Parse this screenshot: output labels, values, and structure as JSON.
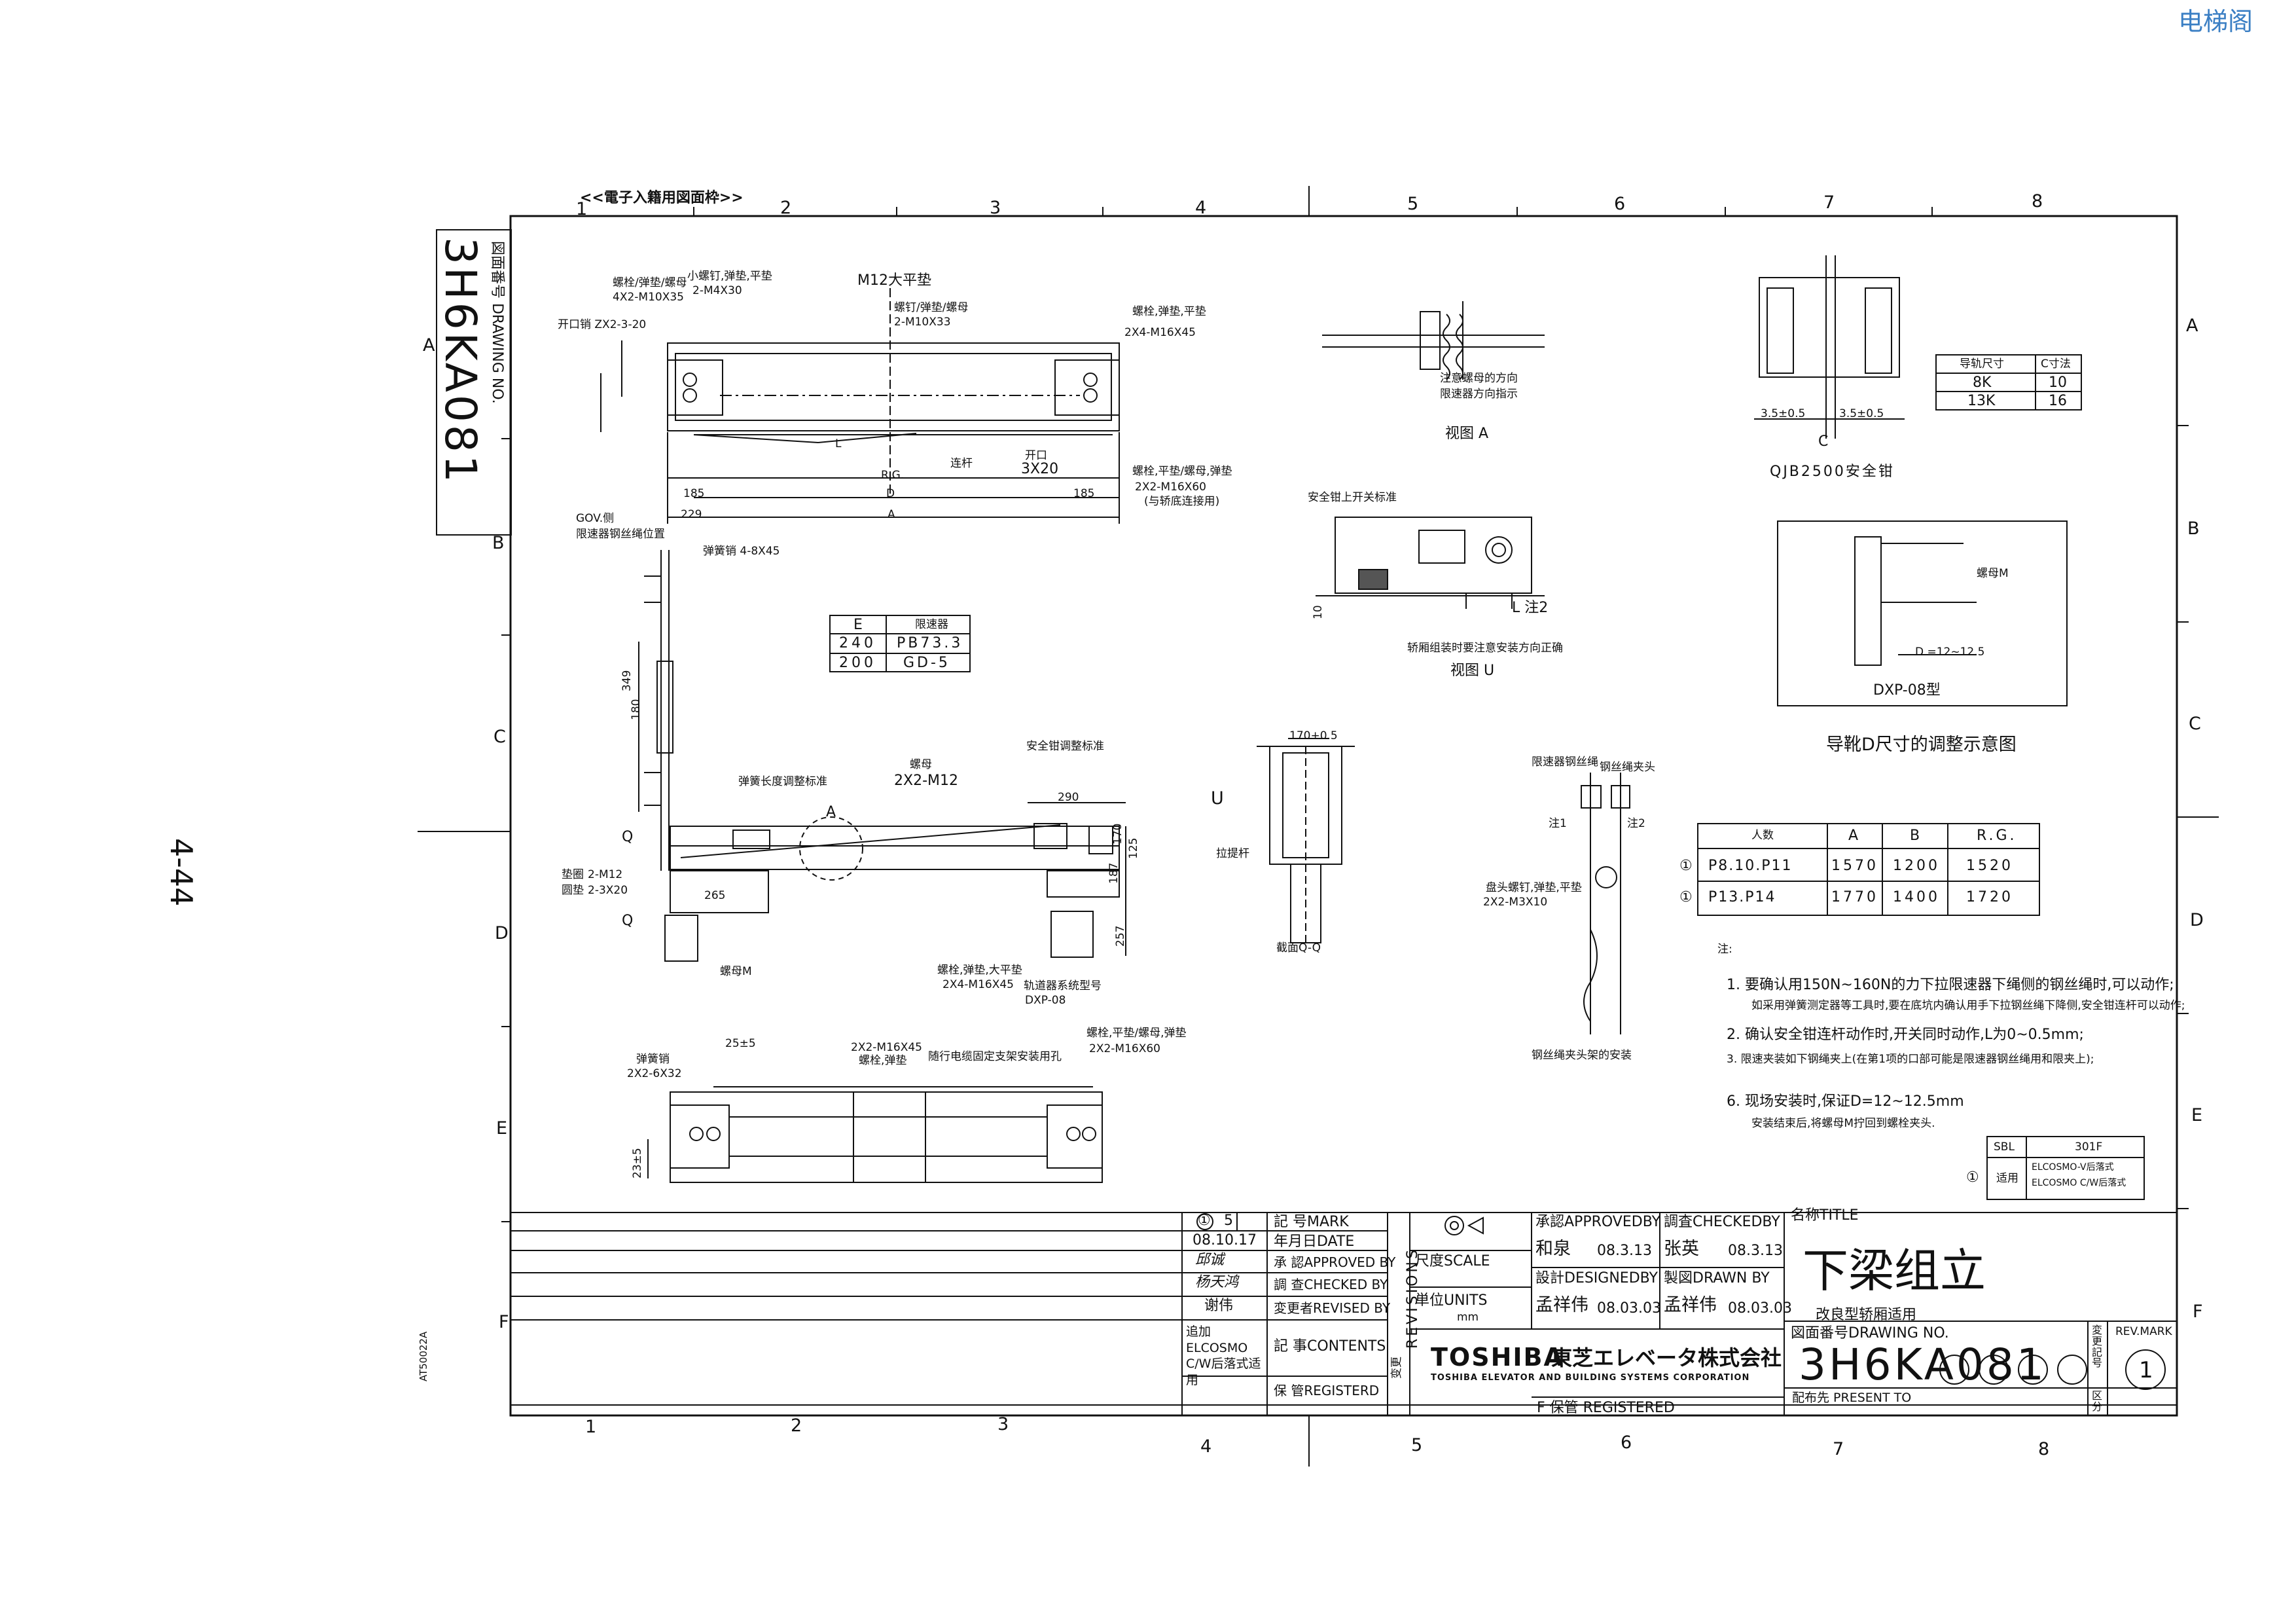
{
  "watermark": "电梯阁",
  "page_number": "4-44",
  "frame_header": "<<電子入籍用図面枠>>",
  "zone_columns": [
    "1",
    "2",
    "3",
    "4",
    "5",
    "6",
    "7",
    "8"
  ],
  "zone_rows": [
    "A",
    "B",
    "C",
    "D",
    "E",
    "F"
  ],
  "drawing_number_box": {
    "label": "図面番号 DRAWING NO.",
    "value": "3H6KA081"
  },
  "side_code": "AT50022A",
  "top_view_labels": {
    "bolt1": "螺栓/弹垫/螺母",
    "bolt1_spec": "4X2-M10X35",
    "screw": "小螺钉,弹垫,平垫",
    "screw_spec": "2-M4X30",
    "pin": "开口销 ZX2-3-20",
    "m12": "M12大平垫",
    "screw2": "螺钉/弹垫/螺母",
    "screw2_spec": "2-M10X33",
    "bolt_right": "螺栓,弹垫,平垫",
    "bolt_right_spec": "2X4-M16X45",
    "bolt_right2": "螺栓,平垫/螺母,弹垫",
    "bolt_right2_spec": "2X2-M16X60",
    "bolt_right2_note": "(与轿底连接用)",
    "gov": "GOV.侧",
    "gov_note": "限速器钢丝绳位置",
    "spring_pin": "弹簧销 4-8X45",
    "rod": "连杆",
    "open_size": "开口",
    "open_size_spec": "3X20",
    "dim_185a": "185",
    "dim_229": "229",
    "dim_185b": "185",
    "dim_rg": "R.G.",
    "dim_d": "D",
    "dim_a": "A",
    "dim_l": "L"
  },
  "side_view_labels": {
    "spring_adj": "弹簧长度调整标准",
    "nut": "螺母",
    "nut_spec": "2X2-M12",
    "safety_sw": "安全钳调整标准",
    "washer": "垫圈",
    "washer_spec": "2-M12",
    "washer2": "圆垫",
    "washer2_spec": "2-3X20",
    "q": "Q",
    "a": "A",
    "nut_m": "螺母M",
    "bolt_bottom": "螺栓,弹垫,大平垫",
    "bolt_bottom_spec": "2X4-M16X45",
    "dxp": "轨道器系统型号",
    "dxp_spec": "DXP-08",
    "dim_290": "290",
    "dim_265": "265",
    "dim_187": "187",
    "dim_257": "257",
    "dim_170": "170",
    "dim_125": "125",
    "dim_349": "349",
    "dim_180": "180"
  },
  "bottom_view_labels": {
    "spring": "弹簧销",
    "spring_spec": "2X2-6X32",
    "bolt": "2X2-M16X45",
    "bolt_sub": "螺栓,弹垫",
    "cable_note": "随行电缆固定支架安装用孔",
    "bolt2": "螺栓,平垫/螺母,弹垫",
    "bolt2_spec": "2X2-M16X60",
    "dim_25": "25±5",
    "dim_23": "23±5"
  },
  "e_table": {
    "headers": [
      "E",
      "限速器"
    ],
    "rows": [
      [
        "240",
        "PB73.3"
      ],
      [
        "200",
        "GD-5"
      ]
    ]
  },
  "view_a": {
    "title": "视图 A",
    "note1": "注意螺母的方向",
    "note2": "限速器方向指示"
  },
  "view_u": {
    "title": "视图 U",
    "switch": "安全钳上开关标准",
    "note": "轿厢组装时要注意安装方向正确",
    "l_note": "L 注2",
    "dim_10": "10"
  },
  "view_qq": {
    "title": "截面Q-Q",
    "u": "U",
    "dim": "170+0.5",
    "label": "拉提杆"
  },
  "rope_view": {
    "title": "钢丝绳夹头架的安装",
    "label1": "限速器钢丝绳",
    "label2": "钢丝绳夹头",
    "note1": "注1",
    "note2": "注2",
    "bolt": "盘头螺钉,弹垫,平垫",
    "bolt_spec": "2X2-M3X10"
  },
  "qjb": {
    "title": "QJB2500安全钳",
    "dim1": "3.5±0.5",
    "dim2": "3.5±0.5",
    "c": "C"
  },
  "c_table": {
    "headers": [
      "导轨尺寸",
      "C寸法"
    ],
    "rows": [
      [
        "8K",
        "10"
      ],
      [
        "13K",
        "16"
      ]
    ]
  },
  "dxp_box": {
    "type": "DXP-08型",
    "nut": "螺母M",
    "d": "D =12~12.5",
    "caption": "导靴D尺寸的调整示意图"
  },
  "dim_table": {
    "headers": [
      "人数",
      "A",
      "B",
      "R.G."
    ],
    "rows": [
      [
        "P8.10.P11",
        "1570",
        "1200",
        "1520"
      ],
      [
        "P13.P14",
        "1770",
        "1400",
        "1720"
      ]
    ],
    "marks": [
      "①",
      "①"
    ]
  },
  "notes": {
    "title": "注:",
    "n1": "1. 要确认用150N~160N的力下拉限速器下绳侧的钢丝绳时,可以动作;",
    "n1b": "如采用弹簧测定器等工具时,要在底坑内确认用手下拉钢丝绳下降侧,安全钳连杆可以动作;",
    "n2": "2. 确认安全钳连杆动作时,开关同时动作,L为0~0.5mm;",
    "n3": "3. 限速夹装如下钢绳夹上(在第1项的口部可能是限速器钢丝绳用和限夹上);",
    "n6": "6. 现场安装时,保证D=12~12.5mm",
    "n6b": "安装结束后,将螺母M拧回到螺栓夹头."
  },
  "applicability": {
    "sbl": "SBL",
    "code": "301F",
    "mark": "①",
    "label": "适用",
    "line1": "ELCOSMO-V后落式",
    "line2": "ELCOSMO C/W后落式"
  },
  "revision": {
    "mark_no": "①",
    "mark_count": "5",
    "date": "08.10.17",
    "approved_sign": "邱诚",
    "checked_sign": "杨天鸿",
    "revised_sign": "谢伟",
    "content": "追加ELCOSMO C/W后落式适用",
    "labels": {
      "mark": "記 号MARK",
      "date": "年月日DATE",
      "approved": "承 認APPROVED BY",
      "checked": "調 查CHECKED BY",
      "revised": "変更者REVISED BY",
      "contents": "記 事CONTENTS",
      "registered": "保 管REGISTERD",
      "revisions": "REVISIONS",
      "revisions_side": "变更"
    }
  },
  "title_block": {
    "scale_label": "尺度SCALE",
    "units_label": "単位UNITS",
    "units_value": "mm",
    "approved_label": "承認APPROVEDBY",
    "approved_name": "和泉",
    "approved_date": "08.3.13",
    "checked_label": "調査CHECKEDBY",
    "checked_name": "张英",
    "checked_date": "08.3.13",
    "designed_label": "設計DESIGNEDBY",
    "designed_name": "孟祥伟",
    "designed_date": "08.03.03",
    "drawn_label": "製図DRAWN BY",
    "drawn_name": "孟祥伟",
    "drawn_date": "08.03.03",
    "company_logo": "TOSHIBA",
    "company_jp": "東芝エレベータ株式会社",
    "company_en": "TOSHIBA ELEVATOR AND BUILDING SYSTEMS CORPORATION",
    "title_label": "名称TITLE",
    "title": "下梁组立",
    "subtitle": "改良型轿厢适用",
    "drawing_no_label": "図面番号DRAWING NO.",
    "drawing_no": "3H6KA081",
    "rev_mark_label": "REV.MARK",
    "rev_mark_side": "変更記号",
    "rev_mark": "1",
    "present_to_label": "配布先 PRESENT TO",
    "section_label": "区分",
    "registered": "F 保管 REGISTERED"
  }
}
